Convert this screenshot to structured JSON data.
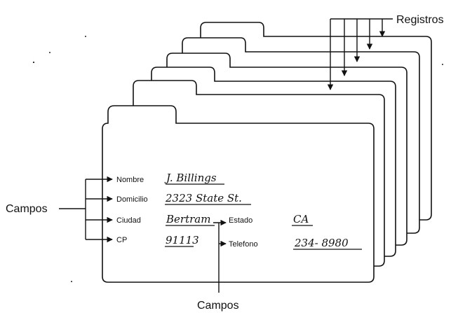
{
  "labels": {
    "registros": "Registros",
    "campos_left": "Campos",
    "campos_bottom": "Campos"
  },
  "fields": [
    {
      "label": "Nombre",
      "value": "J. Billings"
    },
    {
      "label": "Domicilio",
      "value": "2323 State St."
    },
    {
      "label": "Ciudad",
      "value": "Bertram"
    },
    {
      "label": "CP",
      "value": "91113"
    },
    {
      "label": "Estado",
      "value": "CA"
    },
    {
      "label": "Telefono",
      "value": "234- 8980"
    }
  ]
}
